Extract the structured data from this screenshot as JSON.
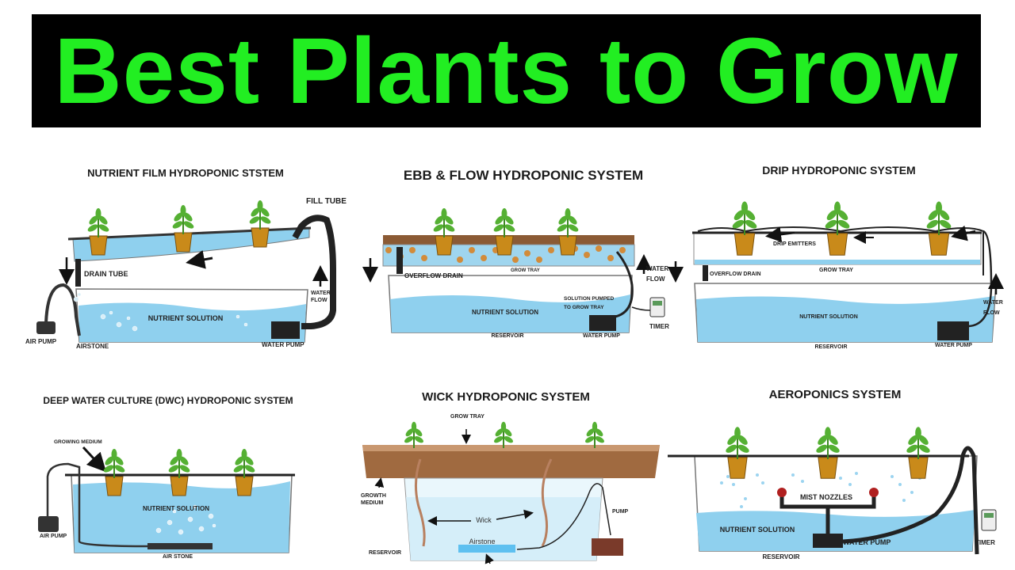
{
  "banner": {
    "title": "Best Plants to Grow"
  },
  "diagrams": {
    "nft": {
      "title": "NUTRIENT FILM HYDROPONIC STSTEM",
      "fill_tube": "FILL TUBE",
      "drain_tube": "DRAIN TUBE",
      "water_flow_1": "WATER",
      "water_flow_2": "FLOW",
      "nutrient_solution": "NUTRIENT SOLUTION",
      "air_pump": "AIR PUMP",
      "airstone": "AIRSTONE",
      "water_pump": "WATER PUMP"
    },
    "ebb": {
      "title": "EBB & FLOW HYDROPONIC SYSTEM",
      "overflow_drain": "OVERFLOW DRAIN",
      "grow_tray": "GROW TRAY",
      "water_flow_1": "WATER",
      "water_flow_2": "FLOW",
      "solution_pumped_1": "SOLUTION PUMPED",
      "solution_pumped_2": "TO GROW TRAY",
      "nutrient_solution": "NUTRIENT SOLUTION",
      "timer": "TIMER",
      "reservoir": "RESERVOIR",
      "water_pump": "WATER PUMP"
    },
    "drip": {
      "title": "DRIP HYDROPONIC SYSTEM",
      "drip_emitters": "DRIP EMITTERS",
      "overflow_drain": "OVERFLOW DRAIN",
      "grow_tray": "GROW TRAY",
      "water_flow_1": "WATER",
      "water_flow_2": "FLOW",
      "nutrient_solution": "NUTRIENT SOLUTION",
      "reservoir": "RESERVOIR",
      "water_pump": "WATER PUMP"
    },
    "dwc": {
      "title": "DEEP WATER CULTURE (DWC) HYDROPONIC SYSTEM",
      "growing_medium": "GROWING MEDIUM",
      "nutrient_solution": "NUTRIENT SOLUTION",
      "air_pump": "AIR PUMP",
      "air_stone": "AIR STONE"
    },
    "wick": {
      "title": "WICK HYDROPONIC SYSTEM",
      "grow_tray": "GROW TRAY",
      "growth_medium_1": "GROWTH",
      "growth_medium_2": "MEDIUM",
      "wick": "Wick",
      "airstone": "Airstone",
      "pump": "PUMP",
      "reservoir": "RESERVOIR"
    },
    "aero": {
      "title": "AEROPONICS SYSTEM",
      "mist_nozzles": "MIST NOZZLES",
      "nutrient_solution": "NUTRIENT SOLUTION",
      "water_pump": "WATER PUMP",
      "timer": "TIMER",
      "reservoir": "RESERVOIR"
    }
  },
  "colors": {
    "banner_bg": "#000000",
    "banner_text": "#22ee22",
    "water": "#8fd0ee",
    "water_dark": "#6ec3ea",
    "pot": "#c98a1a",
    "leaf": "#55b033",
    "soil": "#8b5a34"
  }
}
